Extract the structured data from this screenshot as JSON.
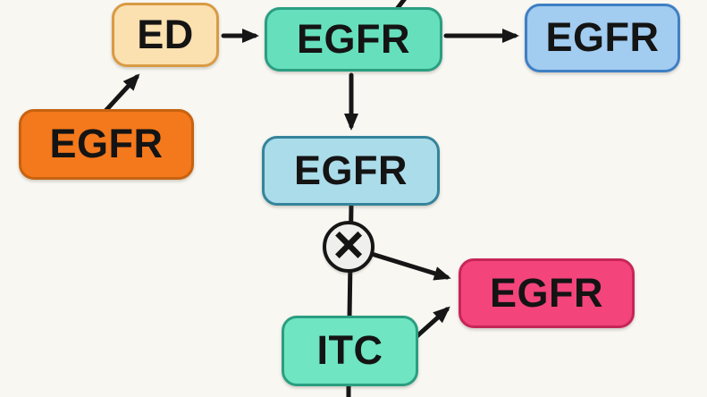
{
  "diagram": {
    "background_color": "#F8F7F2",
    "arrow_color": "#161616",
    "nodes": [
      {
        "id": "egfr-source",
        "label": "EGFR",
        "fill": "#F4781C",
        "border": "#C76310"
      },
      {
        "id": "ed",
        "label": "ED",
        "fill": "#FBE0B0",
        "border": "#D99B45"
      },
      {
        "id": "egfr-active",
        "label": "EGFR",
        "fill": "#66DFBC",
        "border": "#2B9E81"
      },
      {
        "id": "egfr-right",
        "label": "EGFR",
        "fill": "#A2CCF0",
        "border": "#3F7FC4"
      },
      {
        "id": "egfr-middle",
        "label": "EGFR",
        "fill": "#ABDCEA",
        "border": "#35849B"
      },
      {
        "id": "egfr-pink",
        "label": "EGFR",
        "fill": "#F3447C",
        "border": "#C62658"
      },
      {
        "id": "itc",
        "label": "ITC",
        "fill": "#6FE5C2",
        "border": "#2B9E81"
      }
    ],
    "junction": {
      "symbol": "×",
      "fill": "#EFEFED",
      "border": "#161616"
    },
    "edges": [
      {
        "from": "egfr-source",
        "to": "ed",
        "type": "arrow"
      },
      {
        "from": "ed",
        "to": "egfr-active",
        "type": "arrow"
      },
      {
        "from": "egfr-active",
        "to": "egfr-right",
        "type": "arrow"
      },
      {
        "from": "egfr-active",
        "to": "egfr-middle",
        "type": "arrow"
      },
      {
        "from": "egfr-middle",
        "to": "junction",
        "type": "line"
      },
      {
        "from": "junction",
        "to": "itc",
        "type": "line"
      },
      {
        "from": "junction",
        "to": "egfr-pink",
        "type": "arrow"
      },
      {
        "from": "itc",
        "to": "egfr-pink",
        "type": "arrow"
      },
      {
        "from": "offscreen-top",
        "to": "egfr-active",
        "type": "line-stub"
      },
      {
        "from": "itc",
        "to": "offscreen-bottom",
        "type": "line-stub"
      }
    ]
  }
}
